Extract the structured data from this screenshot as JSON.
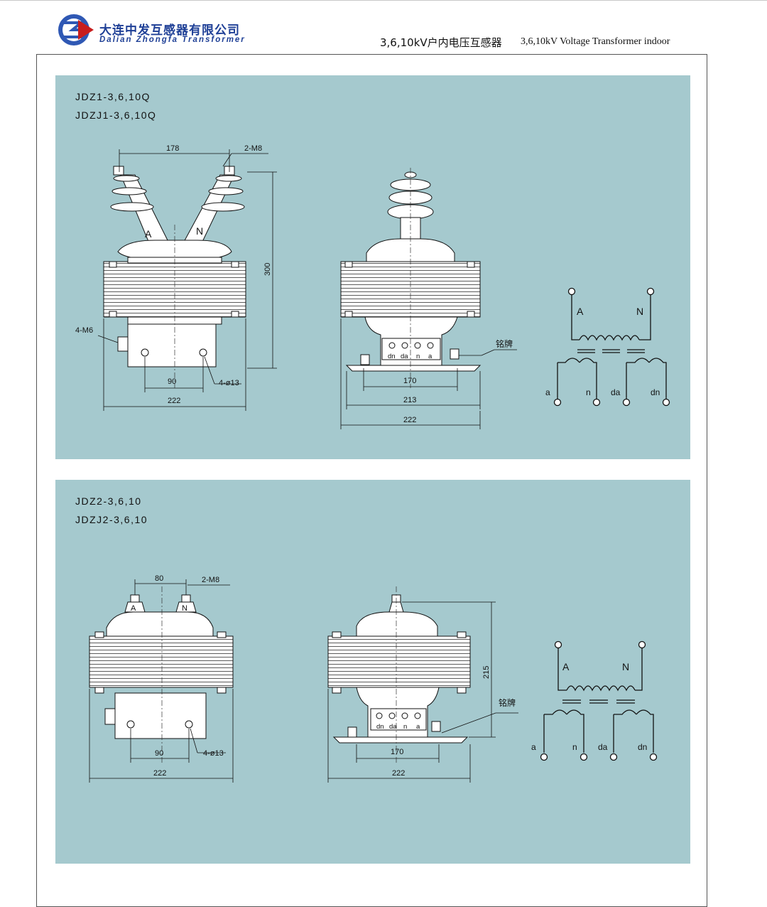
{
  "header": {
    "brand_cn": "大连中发互感器有限公司",
    "brand_en": "Dalian Zhongfa Transformer",
    "title_cn": "3,6,10kV户内电压互感器",
    "title_en": "3,6,10kV Voltage Transformer indoor"
  },
  "colors": {
    "panel": "#a5c9ce",
    "brand": "#1e3f96",
    "logo_red": "#c81e1e"
  },
  "panel1": {
    "model_1": "JDZ1-3,6,10Q",
    "model_2": "JDZJ1-3,6,10Q",
    "front": {
      "terminal_a": "A",
      "terminal_n": "N",
      "dim_top": "178",
      "bolt_top": "2-M8",
      "dim_height": "300",
      "bolt_side": "4-M6",
      "dim_mount": "90",
      "hole": "4-ø13",
      "dim_width": "222"
    },
    "side": {
      "terminals": [
        "dn",
        "da",
        "n",
        "a"
      ],
      "nameplate": "铭牌",
      "dim_mount": "170",
      "dim_base": "213",
      "dim_width": "222"
    },
    "schematic": {
      "primary_a": "A",
      "primary_n": "N",
      "secondary": [
        "a",
        "n",
        "da",
        "dn"
      ]
    }
  },
  "panel2": {
    "model_1": "JDZ2-3,6,10",
    "model_2": "JDZJ2-3,6,10",
    "front": {
      "terminal_a": "A",
      "terminal_n": "N",
      "dim_top": "80",
      "bolt_top": "2-M8",
      "dim_mount": "90",
      "hole": "4-ø13",
      "dim_width": "222"
    },
    "side": {
      "terminals": [
        "dn",
        "da",
        "n",
        "a"
      ],
      "nameplate": "铭牌",
      "dim_height": "215",
      "dim_mount": "170",
      "dim_width": "222"
    },
    "schematic": {
      "primary_a": "A",
      "primary_n": "N",
      "secondary": [
        "a",
        "n",
        "da",
        "dn"
      ]
    }
  }
}
